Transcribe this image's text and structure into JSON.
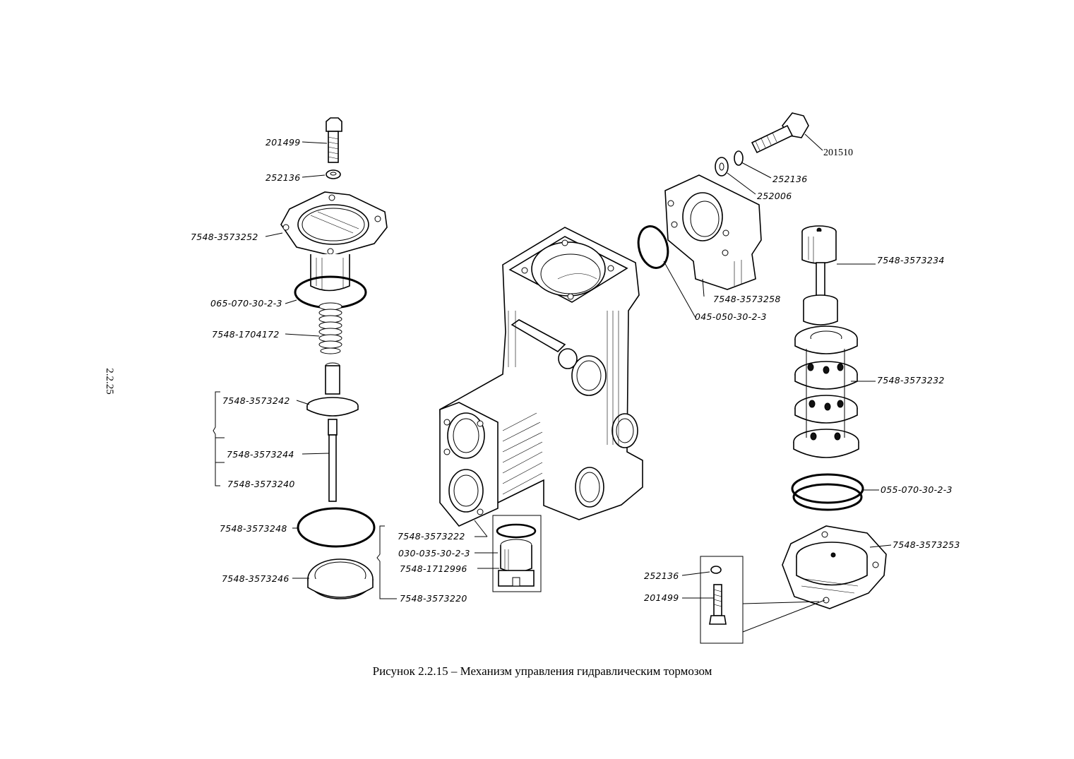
{
  "page_number": "2.2.25",
  "caption": "Рисунок 2.2.15 – Механизм управления гидравлическим тормозом",
  "labels": {
    "l_201499_top": "201499",
    "l_252136_top": "252136",
    "l_3573252": "7548-3573252",
    "l_oring_065_left": "065-070-30-2-3",
    "l_1704172": "7548-1704172",
    "l_3573242": "7548-3573242",
    "l_3573244": "7548-3573244",
    "l_3573240": "7548-3573240",
    "l_3573248": "7548-3573248",
    "l_3573246": "7548-3573246",
    "l_3573222": "7548-3573222",
    "l_oring_030": "030-035-30-2-3",
    "l_1712996": "7548-1712996",
    "l_3573220": "7548-3573220",
    "l_201510": "201510",
    "l_252136_right": "252136",
    "l_252006": "252006",
    "l_3573258": "7548-3573258",
    "l_oring_045": "045-050-30-2-3",
    "l_3573234": "7548-3573234",
    "l_3573232": "7548-3573232",
    "l_oring_055_right": "055-070-30-2-3",
    "l_3573253": "7548-3573253",
    "l_252136_bottom": "252136",
    "l_201499_bottom": "201499"
  },
  "colors": {
    "ink": "#000000",
    "paper": "#ffffff"
  }
}
